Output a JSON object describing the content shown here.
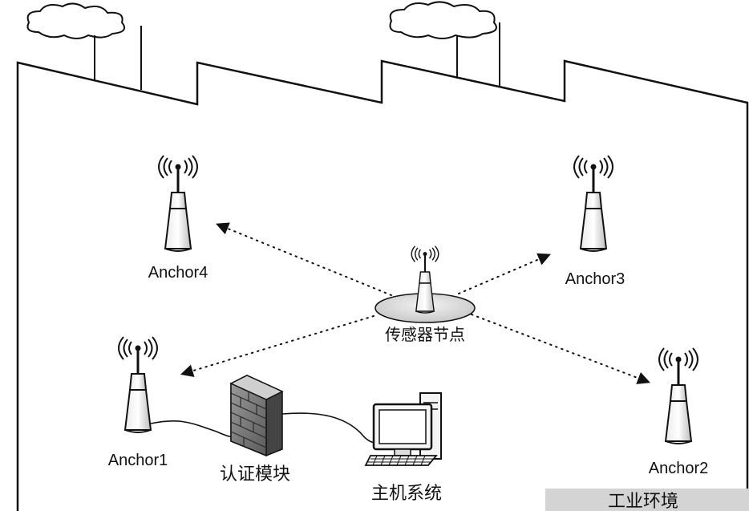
{
  "anchors": {
    "anchor1": "Anchor1",
    "anchor2": "Anchor2",
    "anchor3": "Anchor3",
    "anchor4": "Anchor4"
  },
  "sensor_node": "传感器节点",
  "auth_module": "认证模块",
  "host_system": "主机系统",
  "environment": "工业环境",
  "icons": [
    "cloud-icon",
    "chimney-icon",
    "antenna-icon",
    "firewall-icon",
    "computer-icon"
  ]
}
